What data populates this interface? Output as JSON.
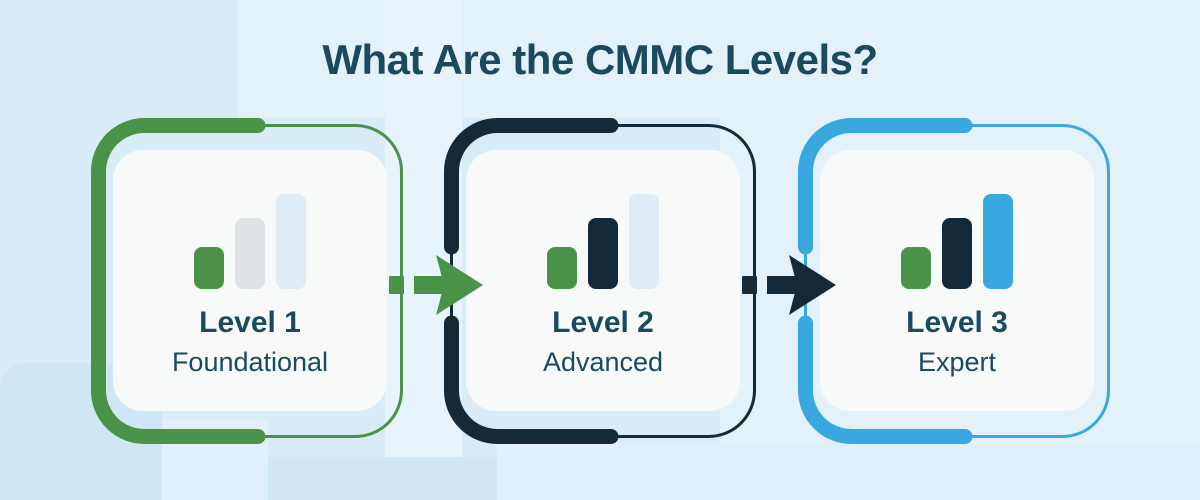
{
  "title": "What Are the CMMC Levels?",
  "levels": [
    {
      "title": "Level 1",
      "subtitle": "Foundational",
      "accent": "green",
      "icon": "bar-chart-icon",
      "bars": [
        "green",
        "gray",
        "pale-blue"
      ]
    },
    {
      "title": "Level 2",
      "subtitle": "Advanced",
      "accent": "navy",
      "icon": "bar-chart-icon",
      "bars": [
        "green",
        "navy",
        "pale-blue"
      ]
    },
    {
      "title": "Level 3",
      "subtitle": "Expert",
      "accent": "blue",
      "icon": "bar-chart-icon",
      "bars": [
        "green",
        "navy",
        "blue"
      ]
    }
  ],
  "arrows": [
    {
      "name": "arrow-level1-to-level2",
      "color": "green"
    },
    {
      "name": "arrow-level2-to-level3",
      "color": "navy"
    }
  ],
  "colors": {
    "green": "#4a9248",
    "navy": "#152a38",
    "blue": "#3aa8e0",
    "ink": "#1b4a5f",
    "pale": "#dfecf6",
    "card-bg": "#f8f9f9",
    "bg": "#d8ecf8"
  }
}
